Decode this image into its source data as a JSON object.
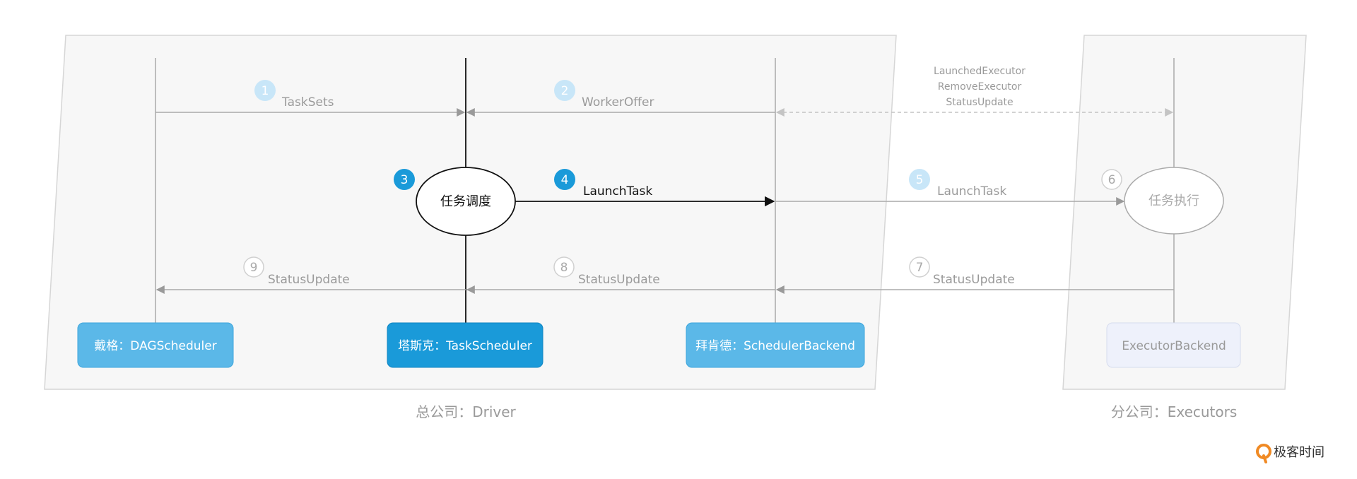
{
  "regions": {
    "driver_label": "总公司：Driver",
    "executors_label": "分公司：Executors"
  },
  "components": {
    "dag": "戴格：DAGScheduler",
    "task": "塔斯克：TaskScheduler",
    "backend": "拜肯德：SchedulerBackend",
    "executor_backend": "ExecutorBackend"
  },
  "nodes": {
    "schedule": "任务调度",
    "execute": "任务执行"
  },
  "steps": [
    {
      "num": "1",
      "label": "TaskSets"
    },
    {
      "num": "2",
      "label": "WorkerOffer"
    },
    {
      "num": "3",
      "label": ""
    },
    {
      "num": "4",
      "label": "LaunchTask"
    },
    {
      "num": "5",
      "label": "LaunchTask"
    },
    {
      "num": "6",
      "label": ""
    },
    {
      "num": "7",
      "label": "StatusUpdate"
    },
    {
      "num": "8",
      "label": "StatusUpdate"
    },
    {
      "num": "9",
      "label": "StatusUpdate"
    }
  ],
  "executor_messages": [
    "LaunchedExecutor",
    "RemoveExecutor",
    "StatusUpdate"
  ],
  "logo_text": "极客时间",
  "colors": {
    "panel_fill": "#f7f7f7",
    "panel_stroke": "#d6d6d6",
    "line_gray": "#aaaaaa",
    "text_gray": "#9a9a9a",
    "blue_dark": "#1a9ad9",
    "blue_light": "#5bb8e8",
    "blue_pale": "#c8e6f8",
    "executor_box": "#eef1fb",
    "logo_orange": "#f08a24"
  }
}
